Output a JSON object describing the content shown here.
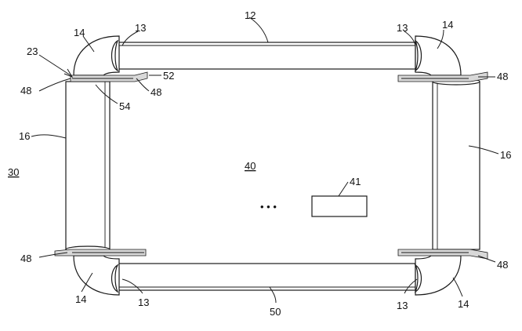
{
  "colors": {
    "ink": "#1a1a1a",
    "paper": "#ffffff"
  },
  "labels": {
    "tube_top": "12",
    "sleeve_tl": "13",
    "sleeve_tr": "13",
    "sleeve_bl": "13",
    "sleeve_br": "13",
    "elbow_tl": "14",
    "elbow_tr": "14",
    "elbow_bl": "14",
    "elbow_br": "14",
    "post_left": "16",
    "post_right": "16",
    "joint": "23",
    "assembly": "30",
    "interior": "40",
    "module": "41",
    "pad_tl_outer": "48",
    "pad_tl_inner": "48",
    "pad_tr": "48",
    "pad_bl": "48",
    "pad_br": "48",
    "tube_bottom": "50",
    "lip": "52",
    "seal": "54"
  },
  "ellipsis": "• • •"
}
